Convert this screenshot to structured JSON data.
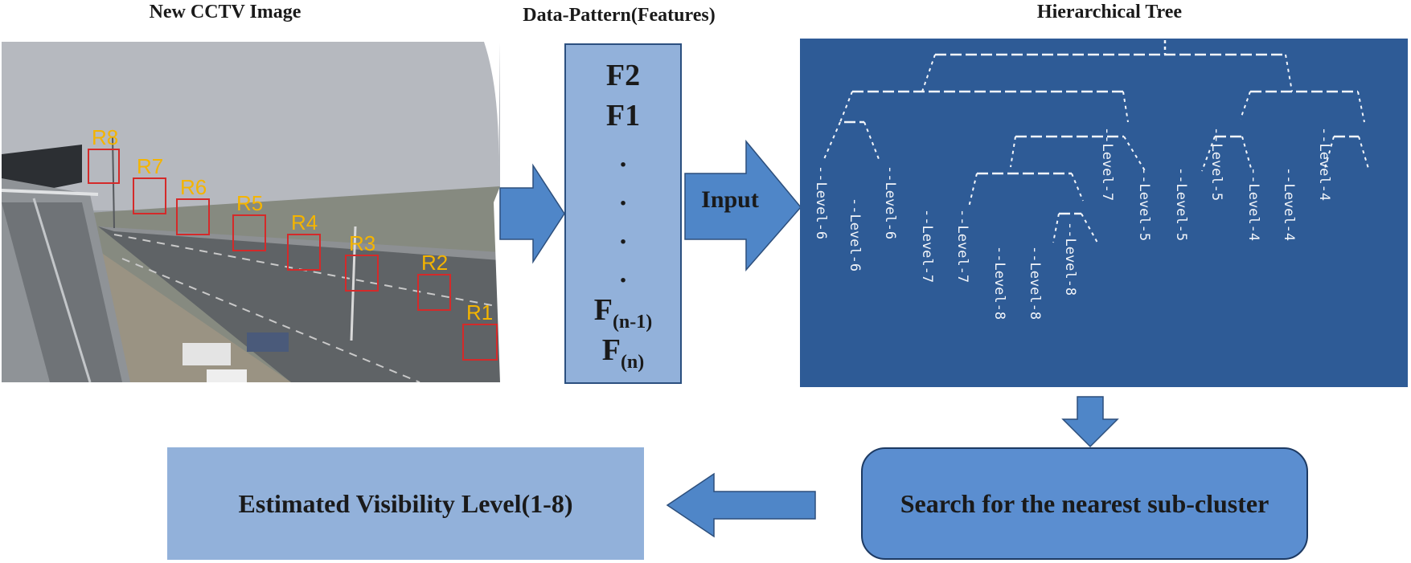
{
  "headings": {
    "cctv": "New CCTV Image",
    "features": "Data-Pattern(Features)",
    "tree": "Hierarchical Tree"
  },
  "regions": [
    "R8",
    "R7",
    "R6",
    "R5",
    "R4",
    "R3",
    "R2",
    "R1"
  ],
  "features": {
    "f2": "F2",
    "f1": "F1",
    "fn1_base": "F",
    "fn1_sub": "(n-1)",
    "fn_base": "F",
    "fn_sub": "(n)"
  },
  "input_label": "Input",
  "tree_levels": [
    "--Level-6",
    "--Level-6",
    "--Level-6",
    "--Level-7",
    "--Level-7",
    "--Level-8",
    "--Level-8",
    "--Level-8",
    "--Level-7",
    "--Level-5",
    "--Level-5",
    "--Level-5",
    "--Level-4",
    "--Level-4",
    "--Level-4"
  ],
  "search_label": "Search for the nearest sub-cluster",
  "result_label": "Estimated Visibility Level(1-8)",
  "colors": {
    "tree_bg": "#2e5b96",
    "feature_box": "#92b1da",
    "arrow": "#4f86c8",
    "region_box": "#d42a2a",
    "region_label": "#f4b400"
  }
}
